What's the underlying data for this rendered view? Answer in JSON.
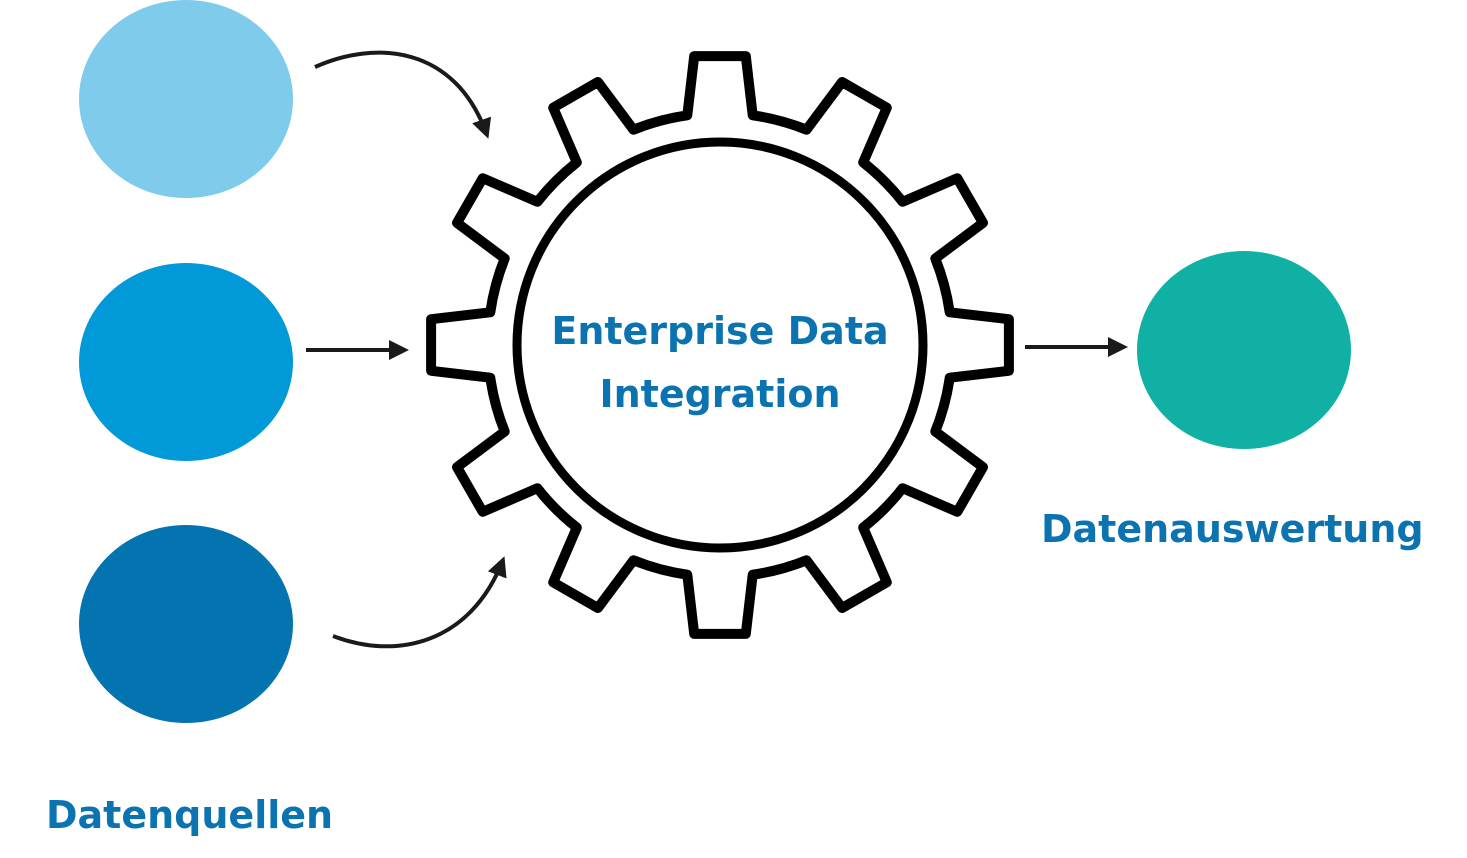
{
  "labels": {
    "sources": "Datenquellen",
    "output": "Datenauswertung",
    "center_line1": "Enterprise Data",
    "center_line2": "Integration"
  },
  "colors": {
    "source_1": "#7ecbec",
    "source_2": "#0299d8",
    "source_3": "#0374b0",
    "output": "#10b0a4",
    "text": "#0a73b0",
    "gear_stroke": "#000000",
    "arrow": "#1a1a1a"
  },
  "icons": {
    "center": "gear-icon"
  }
}
